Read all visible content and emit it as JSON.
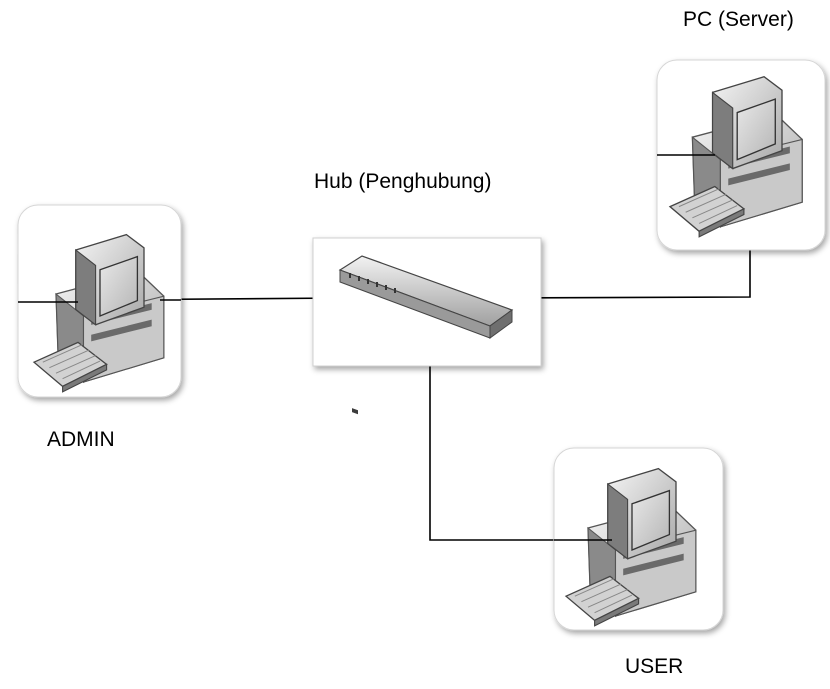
{
  "labels": {
    "server": "PC (Server)",
    "hub": "Hub (Penghubung)",
    "admin": "ADMIN",
    "user": "USER"
  },
  "nodes": [
    {
      "id": "admin",
      "type": "computer",
      "icon": "desktop-computer-icon"
    },
    {
      "id": "hub",
      "type": "hub",
      "icon": "network-hub-icon"
    },
    {
      "id": "server",
      "type": "computer",
      "icon": "desktop-computer-icon"
    },
    {
      "id": "user",
      "type": "computer",
      "icon": "desktop-computer-icon"
    }
  ],
  "connections": [
    {
      "from": "admin",
      "to": "hub"
    },
    {
      "from": "hub",
      "to": "server"
    },
    {
      "from": "hub",
      "to": "user"
    }
  ],
  "colors": {
    "line": "#000000",
    "tile_border": "#d4d4d4",
    "computer_body": "#e6e6e6",
    "computer_shade": "#8c8c8c",
    "screen": "#cfcfcf"
  }
}
